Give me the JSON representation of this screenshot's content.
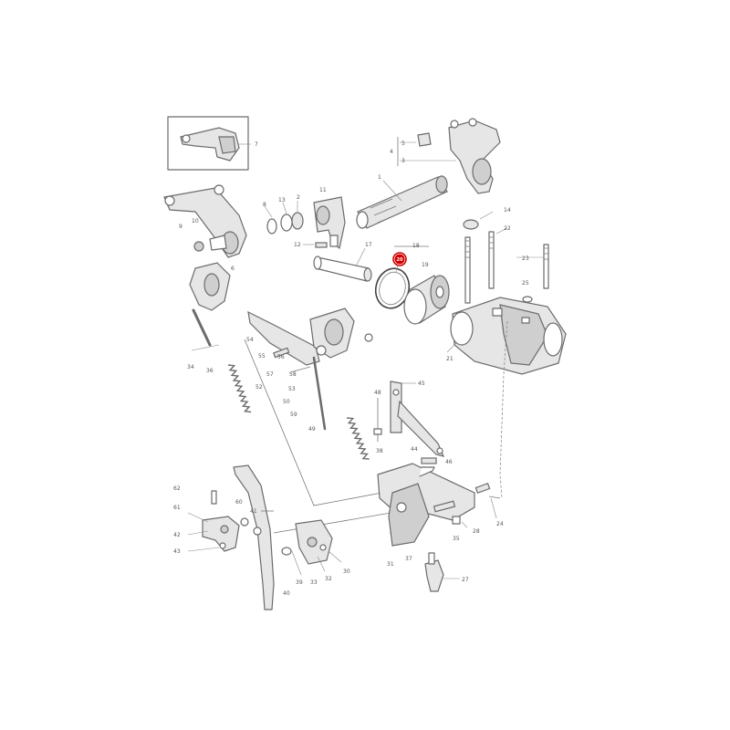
{
  "diagram": {
    "highlight": {
      "label": "20",
      "color": "#d00000"
    },
    "callouts": [
      {
        "id": "c7",
        "text": "7"
      },
      {
        "id": "c1",
        "text": "1"
      },
      {
        "id": "c4",
        "text": "4"
      },
      {
        "id": "c5",
        "text": "5"
      },
      {
        "id": "c3",
        "text": "3"
      },
      {
        "id": "c8",
        "text": "8"
      },
      {
        "id": "c13",
        "text": "13"
      },
      {
        "id": "c2",
        "text": "2"
      },
      {
        "id": "c11",
        "text": "11"
      },
      {
        "id": "c9",
        "text": "9"
      },
      {
        "id": "c10",
        "text": "10"
      },
      {
        "id": "c12",
        "text": "12"
      },
      {
        "id": "c6",
        "text": "6"
      },
      {
        "id": "c17",
        "text": "17"
      },
      {
        "id": "c18",
        "text": "18"
      },
      {
        "id": "c19",
        "text": "19"
      },
      {
        "id": "c14",
        "text": "14"
      },
      {
        "id": "c22",
        "text": "22"
      },
      {
        "id": "c23",
        "text": "23"
      },
      {
        "id": "c25",
        "text": "25"
      },
      {
        "id": "c21",
        "text": "21"
      },
      {
        "id": "c54",
        "text": "54"
      },
      {
        "id": "c55",
        "text": "55"
      },
      {
        "id": "c56",
        "text": "56"
      },
      {
        "id": "c57",
        "text": "57"
      },
      {
        "id": "c58",
        "text": "58"
      },
      {
        "id": "c52",
        "text": "52"
      },
      {
        "id": "c53",
        "text": "53"
      },
      {
        "id": "c50",
        "text": "50"
      },
      {
        "id": "c59",
        "text": "59"
      },
      {
        "id": "c34",
        "text": "34"
      },
      {
        "id": "c36",
        "text": "36"
      },
      {
        "id": "c49",
        "text": "49"
      },
      {
        "id": "c48",
        "text": "48"
      },
      {
        "id": "c45",
        "text": "45"
      },
      {
        "id": "c38",
        "text": "38"
      },
      {
        "id": "c44",
        "text": "44"
      },
      {
        "id": "c46",
        "text": "46"
      },
      {
        "id": "c28",
        "text": "28"
      },
      {
        "id": "c24",
        "text": "24"
      },
      {
        "id": "c35",
        "text": "35"
      },
      {
        "id": "c31",
        "text": "31"
      },
      {
        "id": "c37",
        "text": "37"
      },
      {
        "id": "c27",
        "text": "27"
      },
      {
        "id": "c62",
        "text": "62"
      },
      {
        "id": "c61",
        "text": "61"
      },
      {
        "id": "c60",
        "text": "60"
      },
      {
        "id": "c42",
        "text": "42"
      },
      {
        "id": "c43",
        "text": "43"
      },
      {
        "id": "c41",
        "text": "41"
      },
      {
        "id": "c40",
        "text": "40"
      },
      {
        "id": "c39",
        "text": "39"
      },
      {
        "id": "c33",
        "text": "33"
      },
      {
        "id": "c32",
        "text": "32"
      },
      {
        "id": "c30",
        "text": "30"
      }
    ]
  }
}
